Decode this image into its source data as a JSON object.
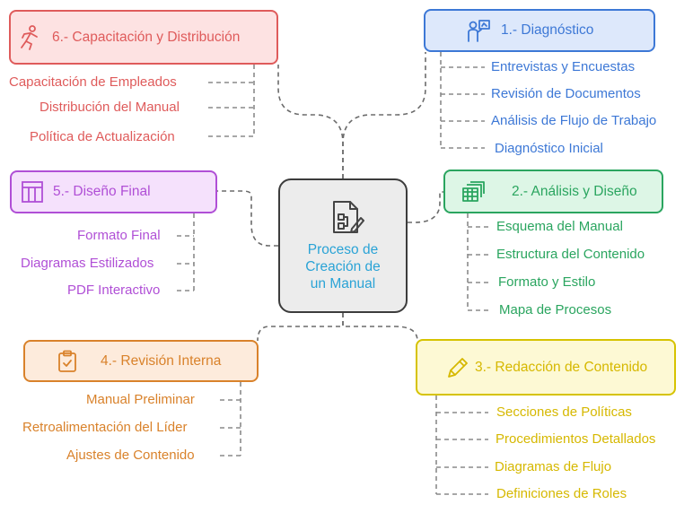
{
  "center": {
    "line1": "Proceso de",
    "line2": "Creación de",
    "line3": "un Manual",
    "icon": "document-diagram-icon"
  },
  "branches": [
    {
      "title": "1.- Diagnóstico",
      "icon": "presenter-board-icon",
      "color": "#3d78d6",
      "items": [
        "Entrevistas y Encuestas",
        "Revisión de Documentos",
        "Análisis de Flujo de Trabajo",
        "Diagnóstico Inicial"
      ]
    },
    {
      "title": "2.- Análisis y Diseño",
      "icon": "stacked-sheets-icon",
      "color": "#2aa55f",
      "items": [
        "Esquema del Manual",
        "Estructura del Contenido",
        "Formato y Estilo",
        "Mapa de Procesos"
      ]
    },
    {
      "title": "3.- Redacción de Contenido",
      "icon": "pencil-icon",
      "color": "#d6b800",
      "items": [
        "Secciones de Políticas",
        "Procedimientos Detallados",
        "Diagramas de Flujo",
        "Definiciones de Roles"
      ]
    },
    {
      "title": "4.- Revisión Interna",
      "icon": "clipboard-check-icon",
      "color": "#d9822b",
      "items": [
        "Manual Preliminar",
        "Retroalimentación del Líder",
        "Ajustes de Contenido"
      ]
    },
    {
      "title": "5.- Diseño Final",
      "icon": "layout-grid-icon",
      "color": "#b04fd6",
      "items": [
        "Formato Final",
        "Diagramas Estilizados",
        "PDF Interactivo"
      ]
    },
    {
      "title": "6.- Capacitación y Distribución",
      "icon": "running-person-icon",
      "color": "#df5b5b",
      "items": [
        "Capacitación de Empleados",
        "Distribución del Manual",
        "Política de Actualización"
      ]
    }
  ]
}
